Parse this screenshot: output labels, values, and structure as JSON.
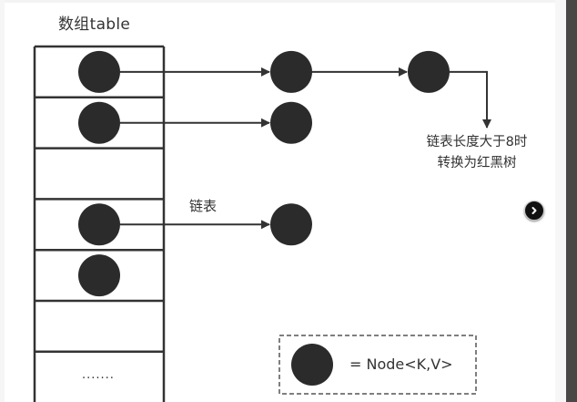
{
  "diagram": {
    "title": "数组table",
    "linked_list_label": "链表",
    "treeify_note": {
      "line1": "链表长度大于8时",
      "line2": "转换为红黑树"
    },
    "ellipsis": ".......",
    "legend": {
      "text": "= Node<K,V>"
    },
    "table": {
      "rows": [
        {
          "index": 0,
          "has_node": true,
          "chain_length": 3,
          "treeify_arrow": true
        },
        {
          "index": 1,
          "has_node": true,
          "chain_length": 2
        },
        {
          "index": 2,
          "has_node": false,
          "chain_length": 0
        },
        {
          "index": 3,
          "has_node": true,
          "chain_length": 2
        },
        {
          "index": 4,
          "has_node": true,
          "chain_length": 1
        },
        {
          "index": 5,
          "has_node": false,
          "chain_length": 0
        },
        {
          "index": 6,
          "has_node": false,
          "chain_length": 0,
          "ellipsis": true
        }
      ]
    },
    "colors": {
      "node": "#2b2b2b",
      "line": "#333333",
      "text": "#333333"
    }
  },
  "ui": {
    "next_button_icon": "chevron-right-icon"
  }
}
